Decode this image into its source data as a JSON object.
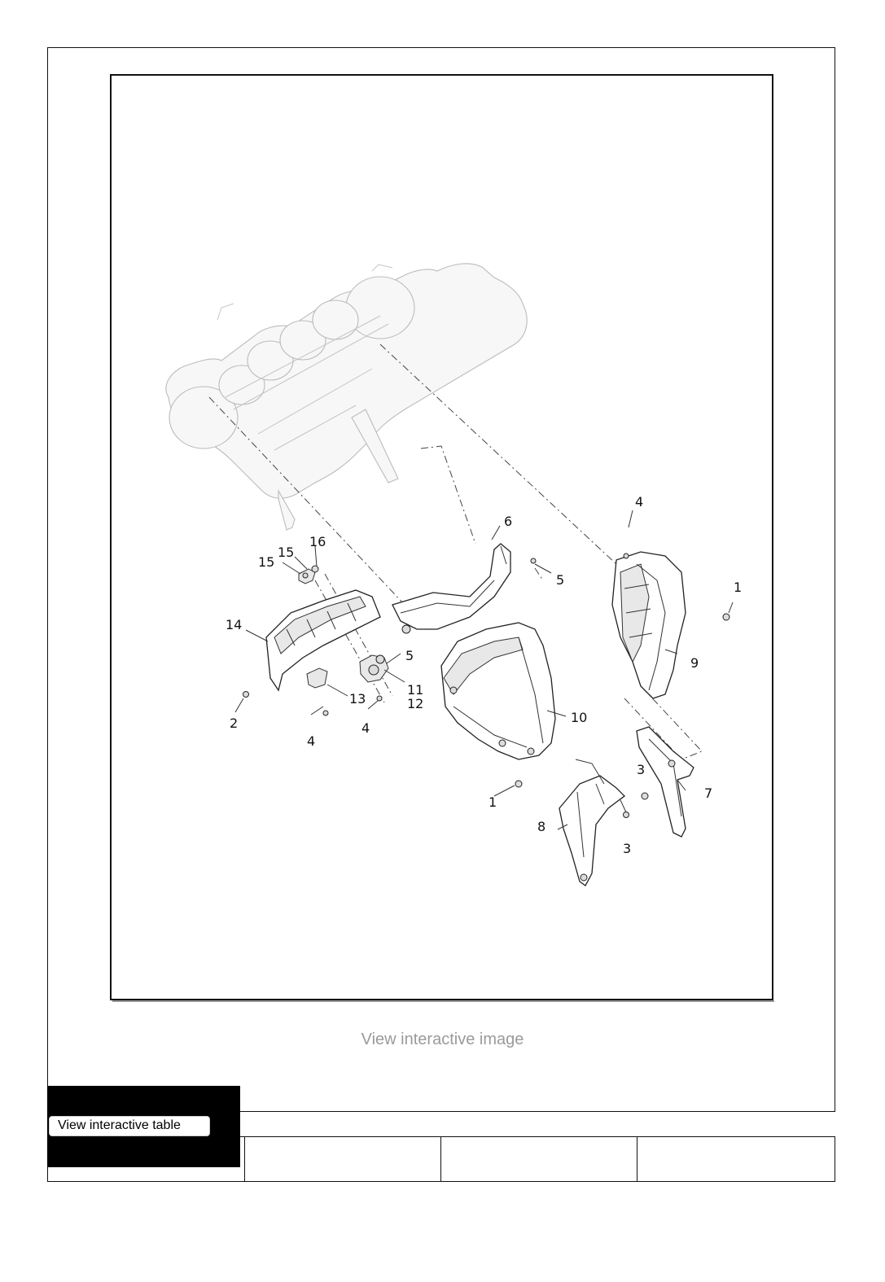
{
  "diagram": {
    "callouts": [
      {
        "id": "c-1a",
        "text": "1"
      },
      {
        "id": "c-1b",
        "text": "1"
      },
      {
        "id": "c-2",
        "text": "2"
      },
      {
        "id": "c-3a",
        "text": "3"
      },
      {
        "id": "c-3b",
        "text": "3"
      },
      {
        "id": "c-4a",
        "text": "4"
      },
      {
        "id": "c-4b",
        "text": "4"
      },
      {
        "id": "c-4c",
        "text": "4"
      },
      {
        "id": "c-5a",
        "text": "5"
      },
      {
        "id": "c-5b",
        "text": "5"
      },
      {
        "id": "c-6",
        "text": "6"
      },
      {
        "id": "c-7",
        "text": "7"
      },
      {
        "id": "c-8",
        "text": "8"
      },
      {
        "id": "c-9",
        "text": "9"
      },
      {
        "id": "c-10",
        "text": "10"
      },
      {
        "id": "c-11",
        "text": "11"
      },
      {
        "id": "c-12",
        "text": "12"
      },
      {
        "id": "c-13",
        "text": "13"
      },
      {
        "id": "c-14",
        "text": "14"
      },
      {
        "id": "c-15a",
        "text": "15"
      },
      {
        "id": "c-15b",
        "text": "15"
      },
      {
        "id": "c-16",
        "text": "16"
      }
    ]
  },
  "links": {
    "view_image": "View interactive image",
    "view_table": "View interactive table"
  }
}
